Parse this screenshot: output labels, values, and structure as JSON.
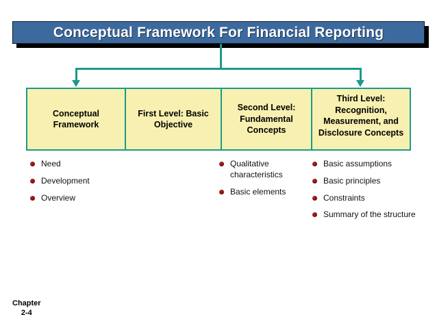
{
  "slide": {
    "title": "Conceptual Framework For Financial Reporting",
    "title_bg": "#3d6a9e",
    "title_color": "#ffffff",
    "box_fill": "#f7f0b0",
    "box_border": "#1a9a8a",
    "bullet_color": "#8f1111"
  },
  "boxes": [
    {
      "label": "Conceptual Framework"
    },
    {
      "label": "First Level:     Basic Objective"
    },
    {
      "label": "Second Level: Fundamental Concepts"
    },
    {
      "label": "Third Level: Recognition, Measurement, and Disclosure Concepts"
    }
  ],
  "bullet_columns": [
    {
      "name": "conceptual-framework-bullets",
      "items": [
        "Need",
        "Development",
        "Overview"
      ]
    },
    {
      "name": "second-level-bullets",
      "items": [
        "Qualitative characteristics",
        "Basic elements"
      ]
    },
    {
      "name": "third-level-bullets",
      "items": [
        "Basic assumptions",
        "Basic principles",
        "Constraints",
        "Summary of the structure"
      ]
    }
  ],
  "footer": {
    "chapter_word": "Chapter",
    "chapter_number": "2-4"
  }
}
